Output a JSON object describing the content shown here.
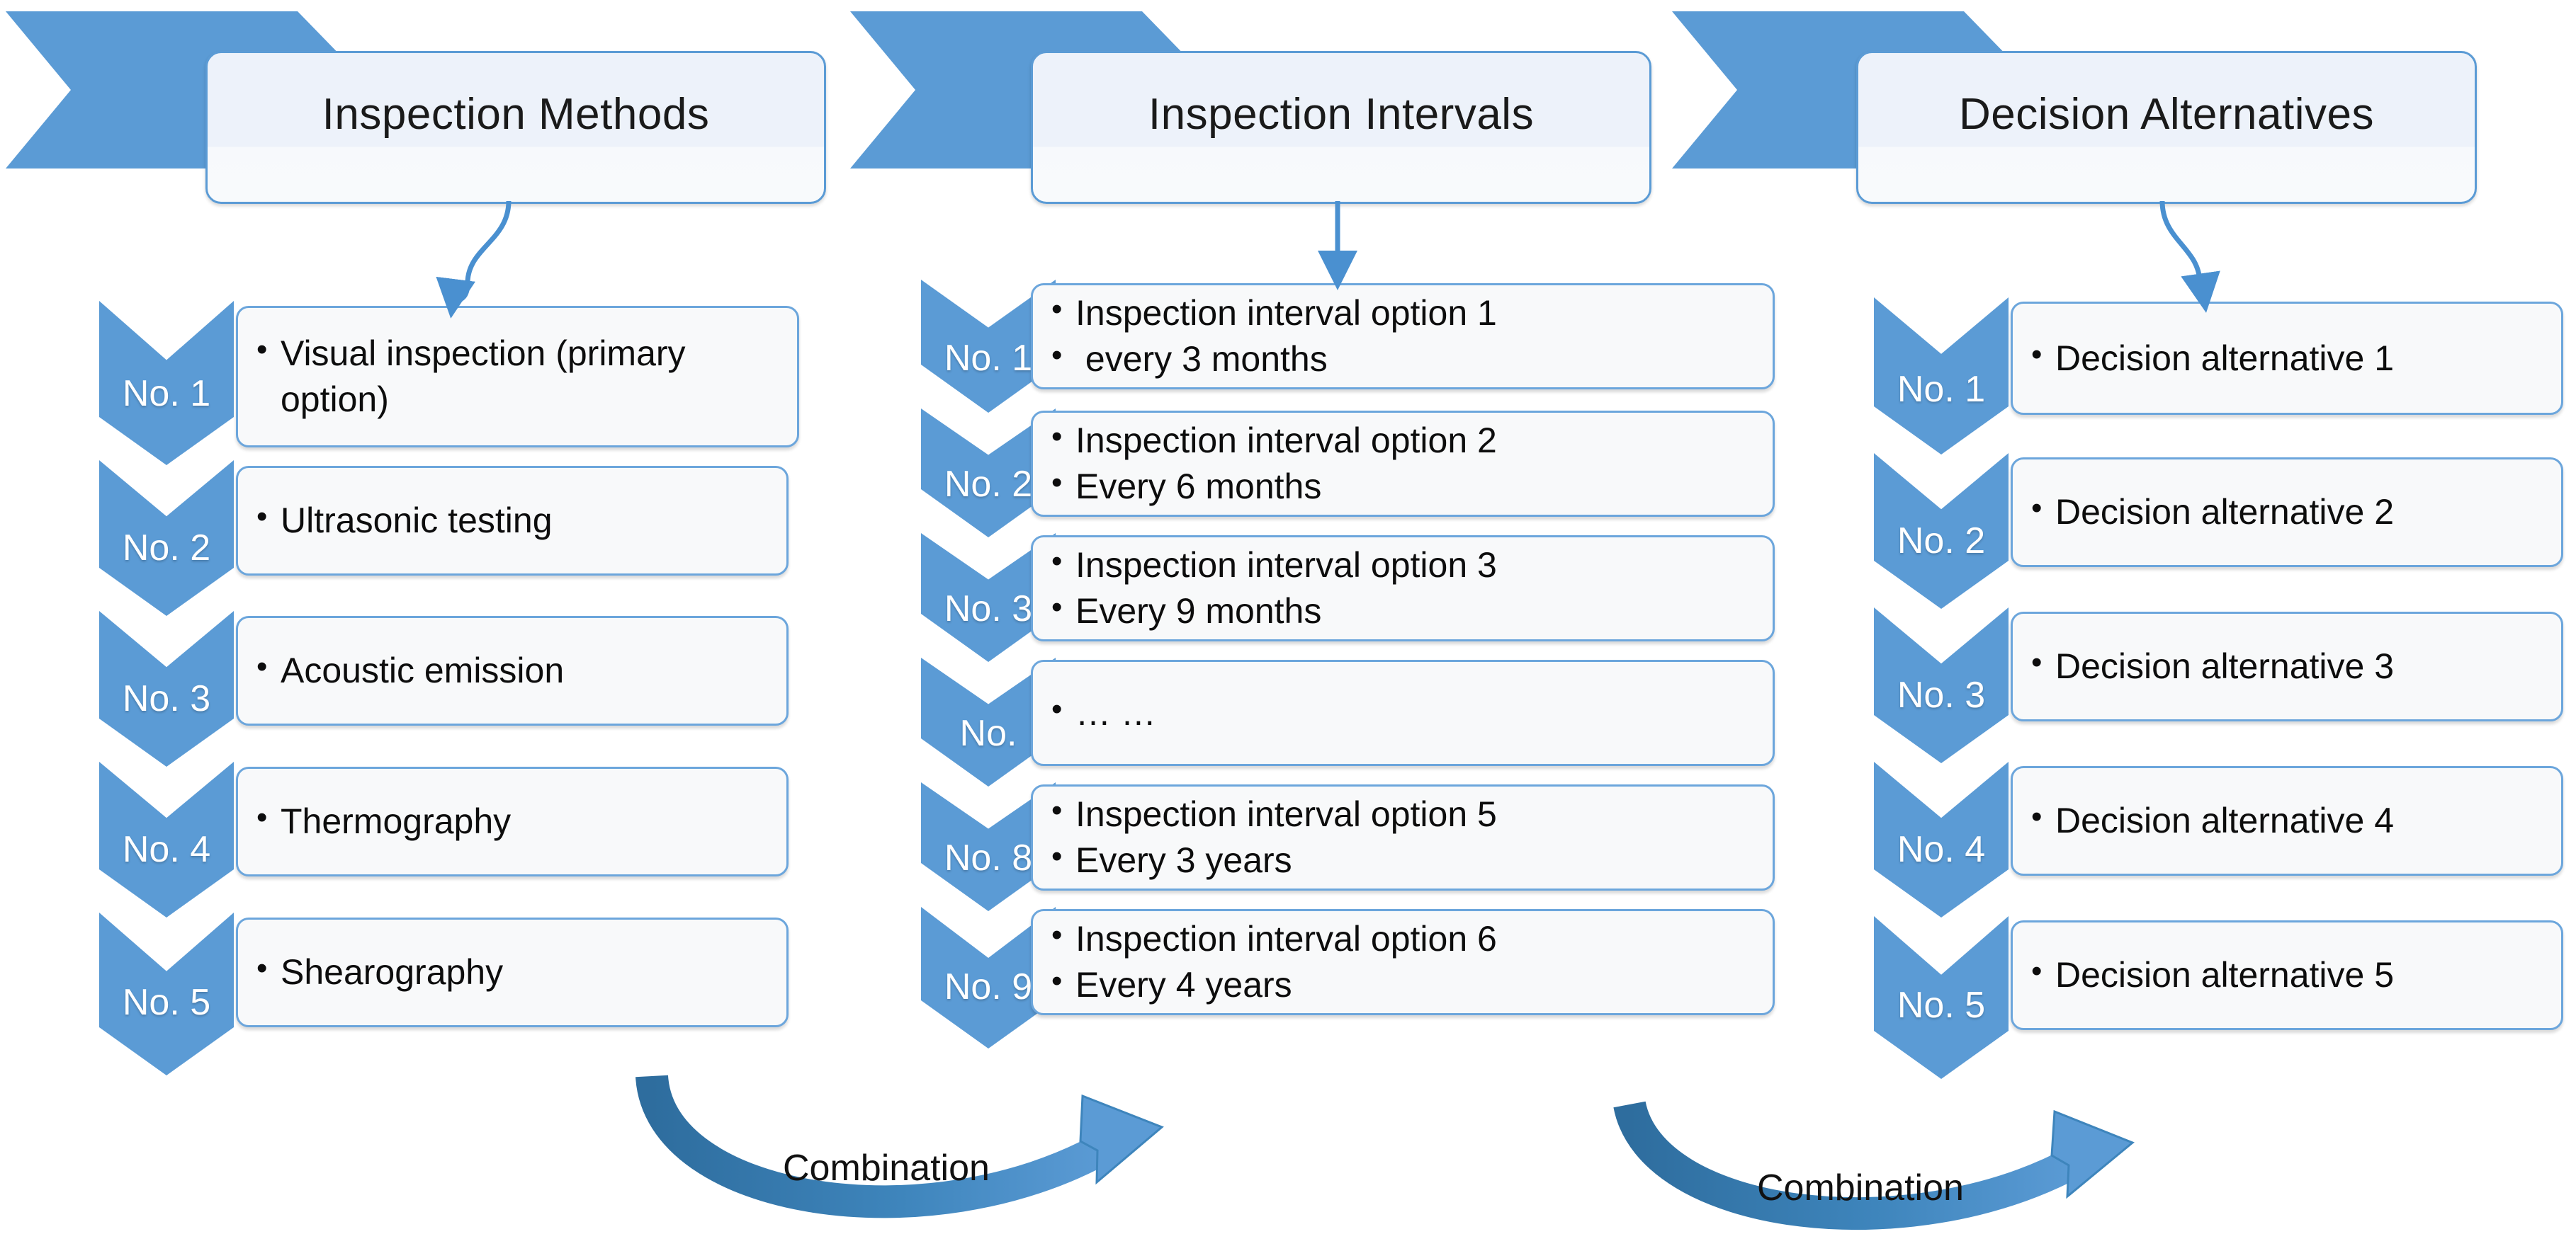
{
  "colors": {
    "accent_blue": "#5B9BD5",
    "box_border": "#6CA6DC",
    "box_fill": "#F8F9FA",
    "header_fill": "#EDF2FA",
    "arrow_dark": "#2E6D9E",
    "text": "#0d0d0d"
  },
  "columns": [
    {
      "id": "inspection-methods",
      "header": "Inspection Methods",
      "items": [
        {
          "no": "No. 1",
          "lines": [
            "Visual inspection (primary option)"
          ]
        },
        {
          "no": "No. 2",
          "lines": [
            "Ultrasonic testing"
          ]
        },
        {
          "no": "No. 3",
          "lines": [
            "Acoustic emission"
          ]
        },
        {
          "no": "No. 4",
          "lines": [
            "Thermography"
          ]
        },
        {
          "no": "No. 5",
          "lines": [
            "Shearography"
          ]
        }
      ]
    },
    {
      "id": "inspection-intervals",
      "header": "Inspection Intervals",
      "items": [
        {
          "no": "No. 1",
          "lines": [
            "Inspection interval option 1",
            " every 3 months"
          ]
        },
        {
          "no": "No. 2",
          "lines": [
            "Inspection interval option 2",
            "Every 6 months"
          ]
        },
        {
          "no": "No. 3",
          "lines": [
            "Inspection interval option 3",
            "Every 9 months"
          ]
        },
        {
          "no": "No.",
          "lines": [
            "… …"
          ]
        },
        {
          "no": "No. 8",
          "lines": [
            "Inspection interval option 5",
            "Every 3 years"
          ]
        },
        {
          "no": "No. 9",
          "lines": [
            "Inspection interval option 6",
            "Every 4 years"
          ]
        }
      ]
    },
    {
      "id": "decision-alternatives",
      "header": "Decision Alternatives",
      "items": [
        {
          "no": "No. 1",
          "lines": [
            "Decision alternative 1"
          ]
        },
        {
          "no": "No. 2",
          "lines": [
            "Decision alternative 2"
          ]
        },
        {
          "no": "No. 3",
          "lines": [
            "Decision alternative 3"
          ]
        },
        {
          "no": "No. 4",
          "lines": [
            "Decision alternative 4"
          ]
        },
        {
          "no": "No. 5",
          "lines": [
            "Decision alternative 5"
          ]
        }
      ]
    }
  ],
  "combination_arrows": [
    {
      "label": "Combination"
    },
    {
      "label": "Combination"
    }
  ]
}
